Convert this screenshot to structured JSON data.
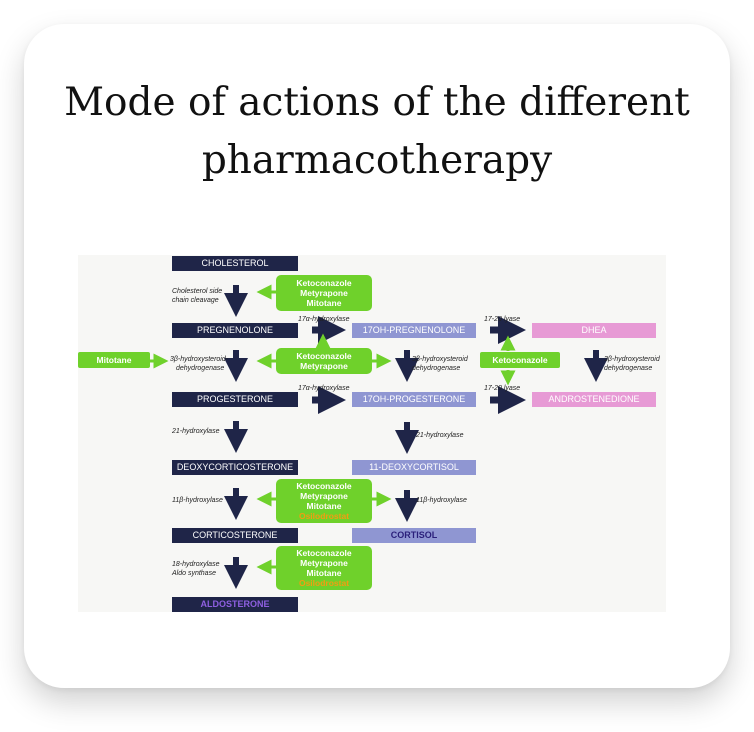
{
  "title": "Mode of actions of the different pharmacotherapy",
  "colors": {
    "steroid_box": "#1f2548",
    "intermediate_box": "#8f96d2",
    "androgen_box": "#e79ad5",
    "drug_box": "#6fd12b",
    "osilodrostat_text": "#f39c12",
    "arrow": "#1f2548"
  },
  "steroids": {
    "cholesterol": "CHOLESTEROL",
    "pregnenolone": "PREGNENOLONE",
    "oh17_pregnenolone": "17OH-PREGNENOLONE",
    "dhea": "DHEA",
    "progesterone": "PROGESTERONE",
    "oh17_progesterone": "17OH-PROGESTERONE",
    "androstenedione": "ANDROSTENEDIONE",
    "deoxycorticosterone": "DEOXYCORTICOSTERONE",
    "deoxycortisol": "11-DEOXYCORTISOL",
    "corticosterone": "CORTICOSTERONE",
    "cortisol": "CORTISOL",
    "aldosterone": "ALDOSTERONE"
  },
  "enzymes": {
    "side_chain_1": "Cholesterol side",
    "side_chain_2": "chain cleavage",
    "hydroxylase17a_1": "17α-hydroxylase",
    "hydroxylase17a_2": "17α-hydroxylase",
    "lyase_1": "17-20 lyase",
    "lyase_2": "17-20 lyase",
    "hsd_left_1": "3β-hydroxysteroid-",
    "hsd_left_2": "dehydrogenase",
    "hsd_mid_1": "3β-hydroxysteroid",
    "hsd_mid_2": "dehydrogenase",
    "hsd_right_1": "3β-hydroxysteroid",
    "hsd_right_2": "dehydrogenase",
    "hydroxylase21_left": "21-hydroxylase",
    "hydroxylase21_right": "21-hydroxylase",
    "hydroxylase11b_left": "11β-hydroxylase",
    "hydroxylase11b_right": "11β-hydroxylase",
    "hydroxylase18_1": "18-hydroxylase",
    "hydroxylase18_2": "Aldo synthase"
  },
  "drugs": {
    "box1": [
      "Ketoconazole",
      "Metyrapone",
      "Mitotane"
    ],
    "box2": [
      "Ketoconazole",
      "Metyrapone"
    ],
    "mitotane": "Mitotane",
    "ketoconazole_right": "Ketoconazole",
    "box3": [
      "Ketoconazole",
      "Metyrapone",
      "Mitotane",
      "Osilodrostat"
    ],
    "box4": [
      "Ketoconazole",
      "Metyrapone",
      "Mitotane",
      "Osilodrostat"
    ]
  }
}
